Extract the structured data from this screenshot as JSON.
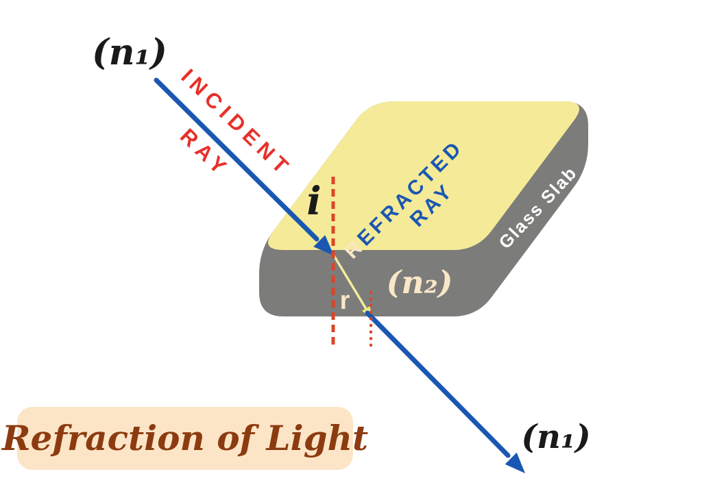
{
  "title": {
    "text": "Refraction of Light"
  },
  "diagram": {
    "labels": {
      "medium_top": "(n₁)",
      "medium_bottom": "(n₁)",
      "medium_slab": "(n₂)",
      "incident_line1": "INCIDENT",
      "incident_line2": "RAY",
      "refracted_letter1": "R",
      "refracted_rest": "EFRACTED",
      "refracted_line2": "RAY",
      "slab_name": "Glass Slab",
      "angle_of_incidence": "i",
      "angle_of_refraction": "r"
    },
    "colors": {
      "slab_top_face": "#f5ea97",
      "slab_side_face": "#7c7c7a",
      "ray_blue": "#1a57b2",
      "incident_text_red": "#e6312a",
      "normal_dash_red": "#db4529",
      "refracted_ray_yellow": "#f2ec9d",
      "refracted_arrowhead_yellow": "#f2e87d",
      "cream_text": "#f9e6c8",
      "black_text": "#1a1a1a",
      "refracted_text_blue": "#1a57b2",
      "title_text_brown": "#8c3b10",
      "title_background": "#fce5c7",
      "background": "#ffffff"
    }
  }
}
